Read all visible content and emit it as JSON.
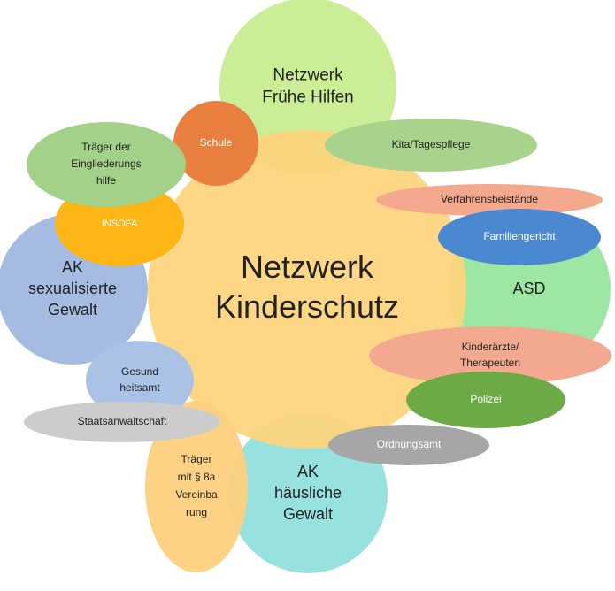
{
  "center": {
    "lines": [
      "Netzwerk",
      "Kinderschutz"
    ],
    "color": "#FDD47C"
  },
  "nodes": [
    {
      "id": "netzwerk-fruehe-hilfen",
      "lines": [
        "Netzwerk",
        "Frühe Hilfen"
      ],
      "fill": "#C5EB8C",
      "text_color": "#222222"
    },
    {
      "id": "ak-sexualisierte-gewalt",
      "lines": [
        "AK",
        "sexualisierte",
        "Gewalt"
      ],
      "fill": "#9BB4DE",
      "text_color": "#222222"
    },
    {
      "id": "asd",
      "lines": [
        "ASD"
      ],
      "fill": "#93E39A",
      "text_color": "#222222"
    },
    {
      "id": "ak-haeusliche-gewalt",
      "lines": [
        "AK",
        "häusliche",
        "Gewalt"
      ],
      "fill": "#8EDFDC",
      "text_color": "#222222"
    },
    {
      "id": "schule",
      "lines": [
        "Schule"
      ],
      "fill": "#E9803F",
      "text_color": "#ffffff"
    },
    {
      "id": "kita-tagespflege",
      "lines": [
        "Kita/Tagespflege"
      ],
      "fill": "#A9D38C",
      "text_color": "#222222"
    },
    {
      "id": "verfahrensbeistaende",
      "lines": [
        "Verfahrensbeistände"
      ],
      "fill": "#F4A98E",
      "text_color": "#222222"
    },
    {
      "id": "familiengericht",
      "lines": [
        "Familiengericht"
      ],
      "fill": "#4A88CF",
      "text_color": "#ffffff"
    },
    {
      "id": "insofa",
      "lines": [
        "INSOFA"
      ],
      "fill": "#FDB616",
      "text_color": "#ffffff"
    },
    {
      "id": "traeger-eingliederungshilfe",
      "lines": [
        "Träger der",
        "Eingliederungs",
        "hilfe"
      ],
      "fill": "#A4D18A",
      "text_color": "#222222"
    },
    {
      "id": "kinderaerzte-therapeuten",
      "lines": [
        "Kinderärzte/",
        "Therapeuten"
      ],
      "fill": "#F3A890",
      "text_color": "#222222"
    },
    {
      "id": "polizei",
      "lines": [
        "Polizei"
      ],
      "fill": "#6BAA45",
      "text_color": "#ffffff"
    },
    {
      "id": "gesundheitsamt",
      "lines": [
        "Gesund",
        "heitsamt"
      ],
      "fill": "#A9C2E6",
      "text_color": "#222222"
    },
    {
      "id": "staatsanwaltschaft",
      "lines": [
        "Staatsanwaltschaft"
      ],
      "fill": "#CCCCCC",
      "text_color": "#222222"
    },
    {
      "id": "ordnungsamt",
      "lines": [
        "Ordnungsamt"
      ],
      "fill": "#A6A6A6",
      "text_color": "#ffffff"
    },
    {
      "id": "traeger-8a-vereinbarung",
      "lines": [
        "Träger",
        "mit § 8a",
        "Vereinba",
        "rung"
      ],
      "fill": "#FDD07E",
      "text_color": "#222222"
    }
  ]
}
